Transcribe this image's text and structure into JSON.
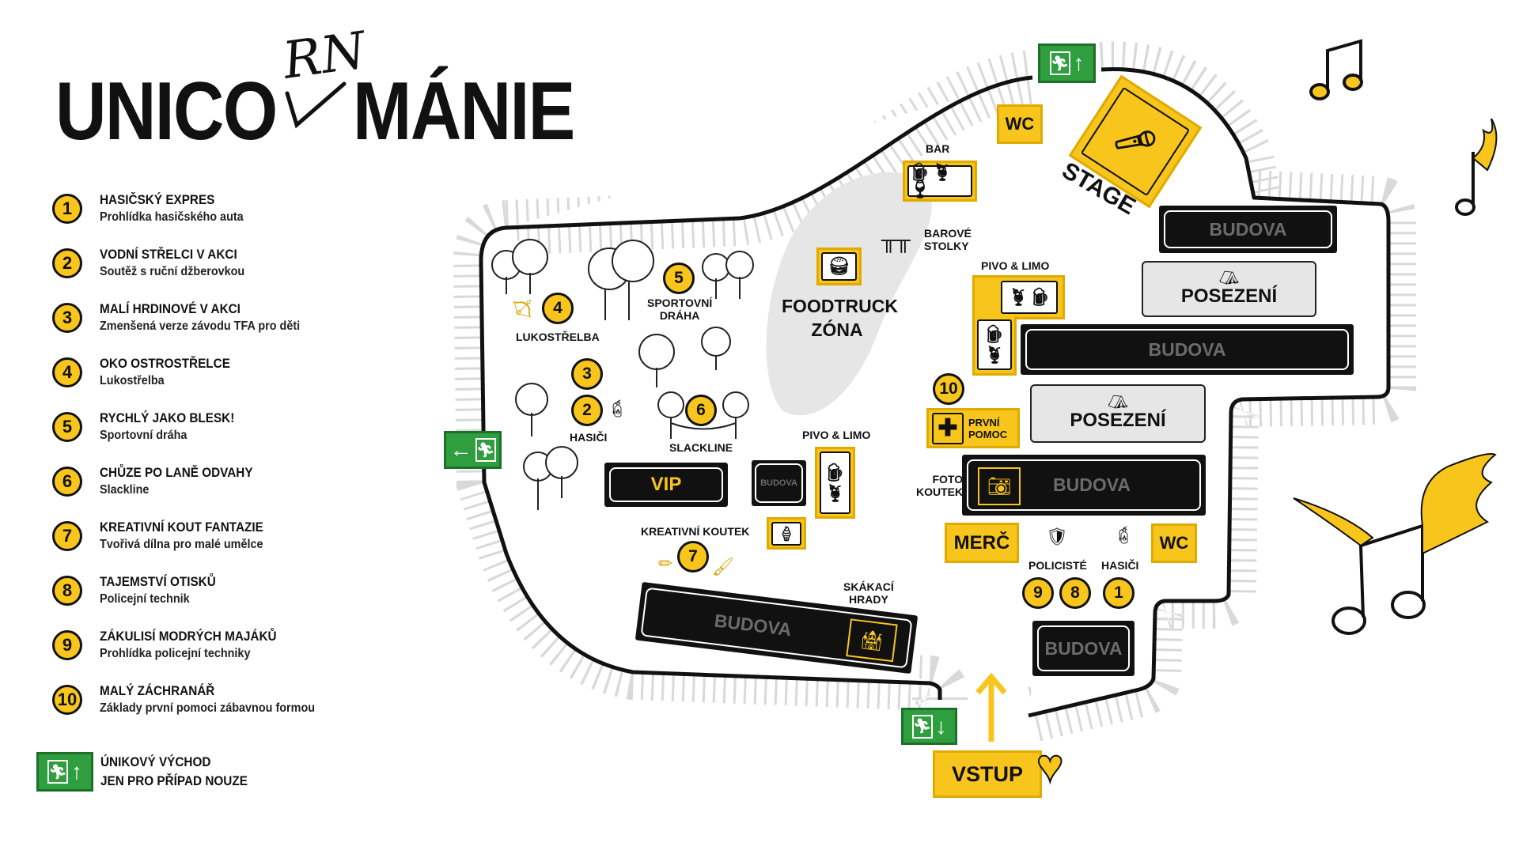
{
  "title": {
    "left": "UNICO",
    "right": "MÁNIE",
    "script": "RN"
  },
  "legend": [
    {
      "num": "1",
      "title": "HASIČSKÝ EXPRES",
      "subtitle": "Prohlídka hasičského auta"
    },
    {
      "num": "2",
      "title": "VODNÍ STŘELCI V AKCI",
      "subtitle": "Soutěž s ruční džberovkou"
    },
    {
      "num": "3",
      "title": "MALÍ HRDINOVÉ V AKCI",
      "subtitle": "Zmenšená verze závodu TFA pro děti"
    },
    {
      "num": "4",
      "title": "OKO OSTROSTŘELCE",
      "subtitle": "Lukostřelba"
    },
    {
      "num": "5",
      "title": "RYCHLÝ JAKO BLESK!",
      "subtitle": "Sportovní dráha"
    },
    {
      "num": "6",
      "title": "CHŮZE PO LANĚ ODVAHY",
      "subtitle": "Slackline"
    },
    {
      "num": "7",
      "title": "KREATIVNÍ KOUT FANTAZIE",
      "subtitle": "Tvořivá dílna pro malé umělce"
    },
    {
      "num": "8",
      "title": "TAJEMSTVÍ OTISKŮ",
      "subtitle": "Policejní technik"
    },
    {
      "num": "9",
      "title": "ZÁKULISÍ MODRÝCH MAJÁKŮ",
      "subtitle": "Prohlídka policejní techniky"
    },
    {
      "num": "10",
      "title": "MALÝ ZÁCHRANÁŘ",
      "subtitle": "Základy první pomoci zábavnou formou"
    }
  ],
  "exit_legend": {
    "line1": "ÚNIKOVÝ VÝCHOD",
    "line2": "JEN PRO PŘÍPAD NOUZE"
  },
  "map": {
    "wc": "WC",
    "stage": "STAGE",
    "bar": "BAR",
    "bar_tables": [
      "BAROVÉ",
      "STOLKY"
    ],
    "foodtruck": [
      "FOODTRUCK",
      "ZÓNA"
    ],
    "building": "BUDOVA",
    "seating": "POSEZENÍ",
    "beer_limo": "PIVO & LIMO",
    "first_aid": [
      "PRVNÍ",
      "POMOC"
    ],
    "photo_booth": [
      "FOTO",
      "KOUTEK"
    ],
    "merch": "MERČ",
    "police": "POLICISTÉ",
    "firefighters": "HASIČI",
    "vip": "VIP",
    "creative_corner": "KREATIVNÍ KOUTEK",
    "bouncy_castles": [
      "SKÁKACÍ",
      "HRADY"
    ],
    "archery": "LUKOSTŘELBA",
    "sport_track": [
      "SPORTOVNÍ",
      "DRÁHA"
    ],
    "slackline": "SLACKLINE",
    "entrance": "VSTUP",
    "nums": {
      "n1": "1",
      "n2": "2",
      "n3": "3",
      "n4": "4",
      "n5": "5",
      "n6": "6",
      "n7": "7",
      "n8": "8",
      "n9": "9",
      "n10": "10"
    }
  },
  "colors": {
    "yellow": "#f8c51c",
    "exit_green": "#2e9e3e",
    "building": "#111111",
    "seating": "#e6e6e6"
  }
}
